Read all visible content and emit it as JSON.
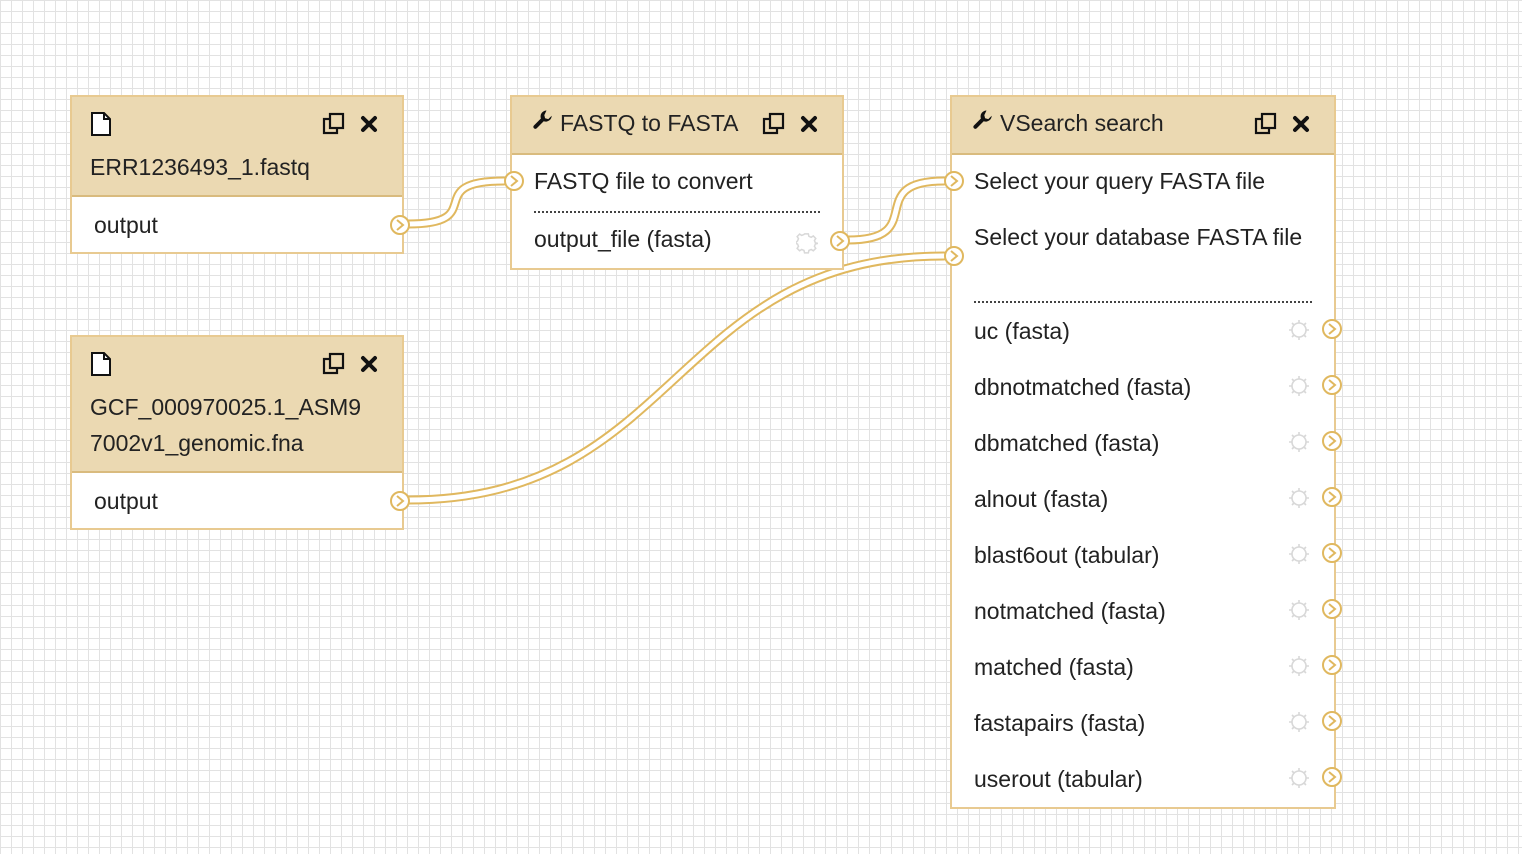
{
  "nodes": {
    "input1": {
      "icon": "file-icon",
      "title": "ERR1236493_1.fastq",
      "output_label": "output"
    },
    "input2": {
      "icon": "file-icon",
      "title": "GCF_000970025.1_ASM97002v1_genomic.fna",
      "title_line1": "GCF_000970025.1_ASM9",
      "title_line2": "7002v1_genomic.fna",
      "output_label": "output"
    },
    "fastq_to_fasta": {
      "icon": "wrench-icon",
      "title": "FASTQ to FASTA",
      "inputs": [
        "FASTQ file to convert"
      ],
      "outputs": [
        "output_file (fasta)"
      ]
    },
    "vsearch": {
      "icon": "wrench-icon",
      "title": "VSearch search",
      "inputs": [
        "Select your query FASTA file",
        "Select your database FASTA file"
      ],
      "outputs": [
        "uc (fasta)",
        "dbnotmatched (fasta)",
        "dbmatched (fasta)",
        "alnout (fasta)",
        "blast6out (tabular)",
        "notmatched (fasta)",
        "matched (fasta)",
        "fastapairs (fasta)",
        "userout (tabular)"
      ]
    }
  },
  "icons": {
    "copy": "copy-icon",
    "close": "close-icon",
    "terminal": "chevron-right-icon",
    "gear": "gear-icon"
  },
  "colors": {
    "node_header": "#ebd9b2",
    "node_border": "#e8ca91",
    "connector": "#e0b85f",
    "grid_line": "#e2e2e2"
  }
}
